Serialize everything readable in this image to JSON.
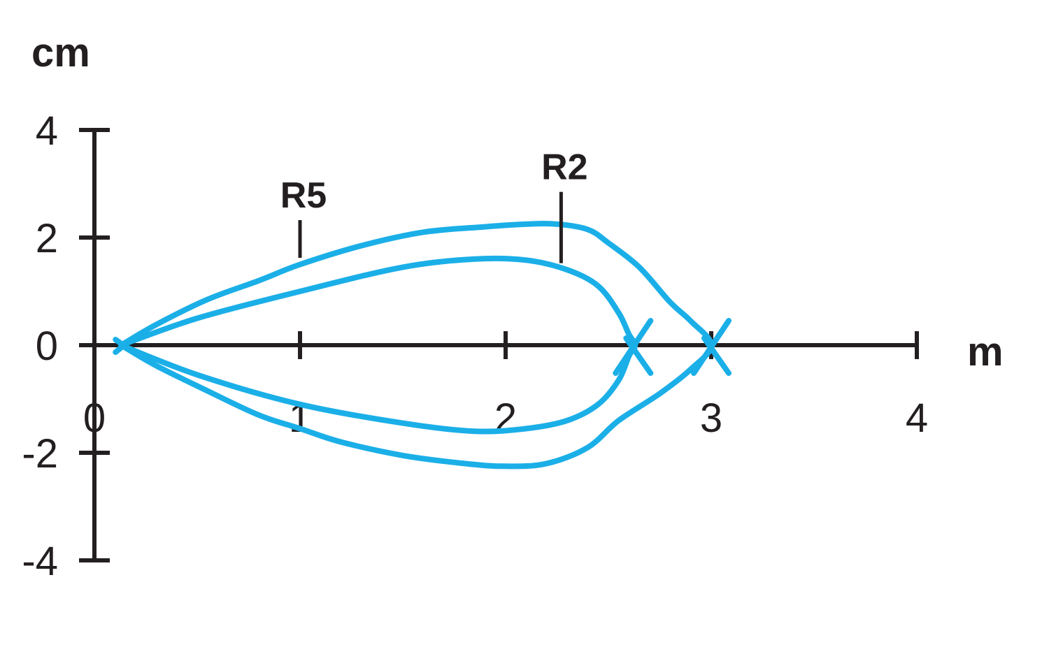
{
  "chart_data": {
    "type": "line",
    "x_unit": "m",
    "y_unit": "cm",
    "xlim": [
      0,
      4
    ],
    "ylim": [
      -4,
      4
    ],
    "x_ticks": [
      0,
      1,
      2,
      3,
      4
    ],
    "y_ticks": [
      4,
      2,
      0,
      -2,
      -4
    ],
    "x_tick_labels": [
      "0",
      "1",
      "2",
      "3",
      "4"
    ],
    "y_tick_labels": [
      "4",
      "2",
      "0",
      "-2",
      "-4"
    ],
    "grid": false,
    "line_color": "#1bafe8",
    "axis_color": "#231f20",
    "series": [
      {
        "name": "R5",
        "label_anchor": {
          "x": 1.0,
          "y": 1.65
        },
        "points": [
          [
            0.13,
            0.0
          ],
          [
            0.3,
            0.38
          ],
          [
            0.55,
            0.85
          ],
          [
            0.8,
            1.2
          ],
          [
            1.0,
            1.5
          ],
          [
            1.3,
            1.85
          ],
          [
            1.6,
            2.1
          ],
          [
            1.9,
            2.2
          ],
          [
            2.1,
            2.25
          ],
          [
            2.25,
            2.25
          ],
          [
            2.4,
            2.15
          ],
          [
            2.5,
            1.9
          ],
          [
            2.65,
            1.45
          ],
          [
            2.8,
            0.8
          ],
          [
            2.9,
            0.45
          ],
          [
            3.0,
            0.0
          ],
          [
            2.9,
            -0.45
          ],
          [
            2.75,
            -0.9
          ],
          [
            2.55,
            -1.4
          ],
          [
            2.4,
            -1.9
          ],
          [
            2.2,
            -2.2
          ],
          [
            2.0,
            -2.25
          ],
          [
            1.8,
            -2.2
          ],
          [
            1.5,
            -2.05
          ],
          [
            1.2,
            -1.8
          ],
          [
            1.0,
            -1.55
          ],
          [
            0.8,
            -1.3
          ],
          [
            0.55,
            -0.85
          ],
          [
            0.3,
            -0.38
          ],
          [
            0.13,
            0.0
          ]
        ]
      },
      {
        "name": "R2",
        "label_anchor": {
          "x": 2.27,
          "y": 1.55
        },
        "points": [
          [
            0.13,
            0.0
          ],
          [
            0.5,
            0.5
          ],
          [
            1.0,
            1.0
          ],
          [
            1.5,
            1.45
          ],
          [
            1.85,
            1.6
          ],
          [
            2.1,
            1.58
          ],
          [
            2.3,
            1.4
          ],
          [
            2.45,
            1.1
          ],
          [
            2.55,
            0.6
          ],
          [
            2.6,
            0.2
          ],
          [
            2.63,
            0.0
          ],
          [
            2.6,
            -0.2
          ],
          [
            2.55,
            -0.65
          ],
          [
            2.45,
            -1.1
          ],
          [
            2.3,
            -1.4
          ],
          [
            2.1,
            -1.55
          ],
          [
            1.85,
            -1.6
          ],
          [
            1.5,
            -1.45
          ],
          [
            1.0,
            -1.1
          ],
          [
            0.5,
            -0.55
          ],
          [
            0.13,
            0.0
          ]
        ]
      }
    ],
    "end_marks": [
      {
        "x": 2.62,
        "y": 0.0
      },
      {
        "x": 3.0,
        "y": 0.0
      }
    ]
  }
}
